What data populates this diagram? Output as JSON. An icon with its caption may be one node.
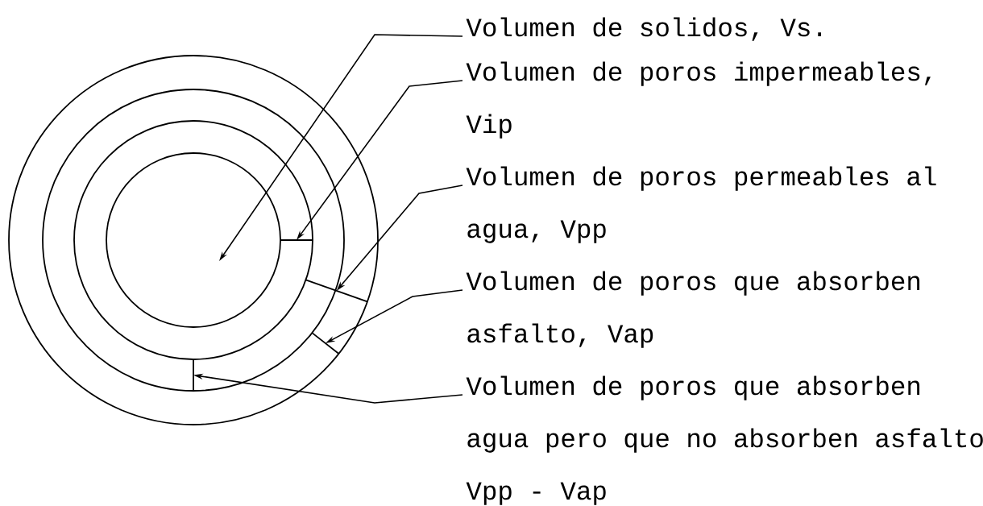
{
  "diagram": {
    "nodes": [
      {
        "text": [
          "Volumen de solidos, Vs."
        ]
      },
      {
        "text": [
          "Volumen de poros impermeables, Vip"
        ]
      },
      {
        "text": [
          "Volumen de poros permeables al agua, Vpp"
        ]
      },
      {
        "text": [
          "Volumen de poros que absorben asfalto, Vap"
        ]
      },
      {
        "text": [
          "Volumen de poros que absorben agua pero que no absorben asfalto Vpp - Vap"
        ]
      },
      {
        "text": [],
        "shape": "circle"
      },
      {
        "text": [],
        "shape": "bar"
      },
      {
        "text": [],
        "shape": "bar"
      },
      {
        "text": [],
        "shape": "bar"
      },
      {
        "text": [],
        "shape": "bar"
      }
    ],
    "edges": [
      {
        "from": 0,
        "to": 5,
        "arrow": "to"
      },
      {
        "from": 1,
        "to": 6,
        "arrow": "to"
      },
      {
        "from": 2,
        "to": 7,
        "arrow": "to"
      },
      {
        "from": 3,
        "to": 8,
        "arrow": "to"
      },
      {
        "from": 4,
        "to": 9,
        "arrow": "to"
      }
    ]
  }
}
